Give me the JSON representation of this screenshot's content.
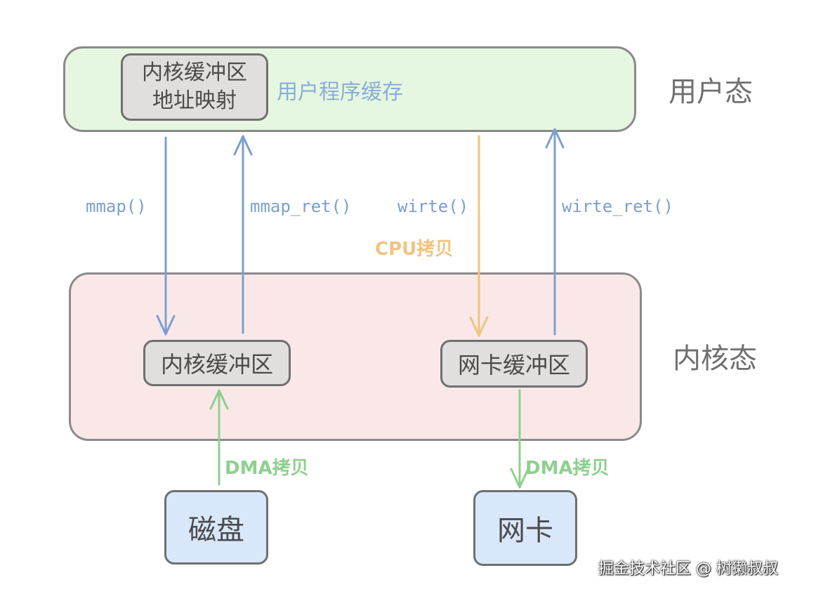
{
  "zones": {
    "user_state": "用户态",
    "kernel_state": "内核态"
  },
  "user_space": {
    "mapping_box_line1": "内核缓冲区",
    "mapping_box_line2": "地址映射",
    "user_buffer_label": "用户程序缓存"
  },
  "kernel_space": {
    "kernel_buffer": "内核缓冲区",
    "nic_buffer": "网卡缓冲区"
  },
  "hardware": {
    "disk": "磁盘",
    "nic": "网卡"
  },
  "calls": {
    "mmap": "mmap()",
    "mmap_ret": "mmap_ret()",
    "write": "wirte()",
    "write_ret": "wirte_ret()"
  },
  "copies": {
    "cpu_copy": "CPU拷贝",
    "dma_copy_disk": "DMA拷贝",
    "dma_copy_nic": "DMA拷贝"
  },
  "watermark": "掘金技术社区 @ 树獭叔叔",
  "colors": {
    "user_zone_fill": "#e6f7e1",
    "kernel_zone_fill": "#fae8e8",
    "blue_arrow": "#7b9fd0",
    "orange_arrow": "#f0c481",
    "green_arrow": "#8fcf8f",
    "hardware_fill": "#d9e7fb",
    "buffer_fill": "#e1dede"
  }
}
